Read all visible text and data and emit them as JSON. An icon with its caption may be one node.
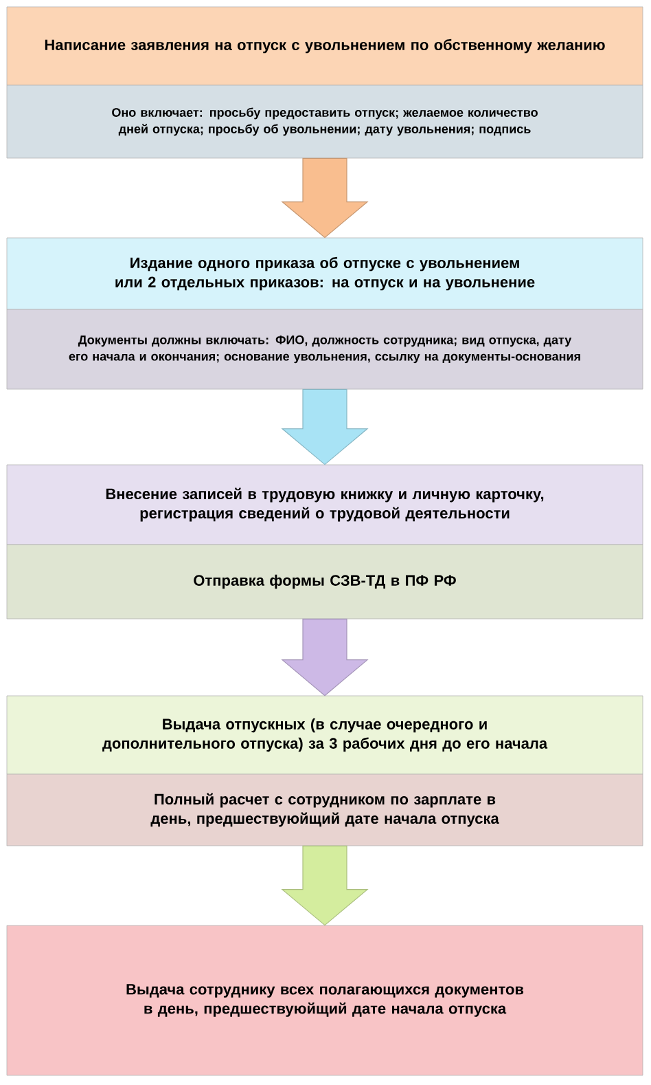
{
  "diagram": {
    "nodes": [
      {
        "text": [
          "Написание заявления на отпуск с увольнением по обственному желанию"
        ]
      },
      {
        "text": [
          "Оно включает: просьбу предоставить отпуск; желаемое количество дней отпуска; просьбу об увольнении; дату увольнения; подпись"
        ]
      },
      {
        "text": [
          "Издание  одного приказа об отпуске с увольнением или 2 отдельных приказов: на отпуск и на увольнение"
        ]
      },
      {
        "text": [
          "Документы должны включать: ФИО, должность сотрудника; вид отпуска, дату его начала и окончания; основание увольнения, ссылку на документы-основания"
        ]
      },
      {
        "text": [
          "Внесение записей в трудовую книжку и личную карточку, регистрация сведений о трудовой деятельности"
        ]
      },
      {
        "text": [
          "Отправка формы СЗВ-ТД в ПФ РФ"
        ]
      },
      {
        "text": [
          "Выдача отпускных (в случае очередного и дополнительного отпуска)  за 3 рабочих дня до его начала"
        ]
      },
      {
        "text": [
          "Полный расчет с сотрудником по зарплате в день, предшествуюйщий дате начала отпуска"
        ]
      },
      {
        "text": [
          "Выдача сотруднику всех полагающихся документов в день, предшествуюйщий дате начала отпуска"
        ]
      }
    ],
    "edges": [
      {
        "from": 1,
        "to": 2,
        "arrow": "to",
        "color": "#f9be8f"
      },
      {
        "from": 3,
        "to": 4,
        "arrow": "to",
        "color": "#a8e3f5"
      },
      {
        "from": 5,
        "to": 6,
        "arrow": "to",
        "color": "#cdb9e6"
      },
      {
        "from": 7,
        "to": 8,
        "arrow": "to",
        "color": "#d4ed9e"
      }
    ]
  }
}
